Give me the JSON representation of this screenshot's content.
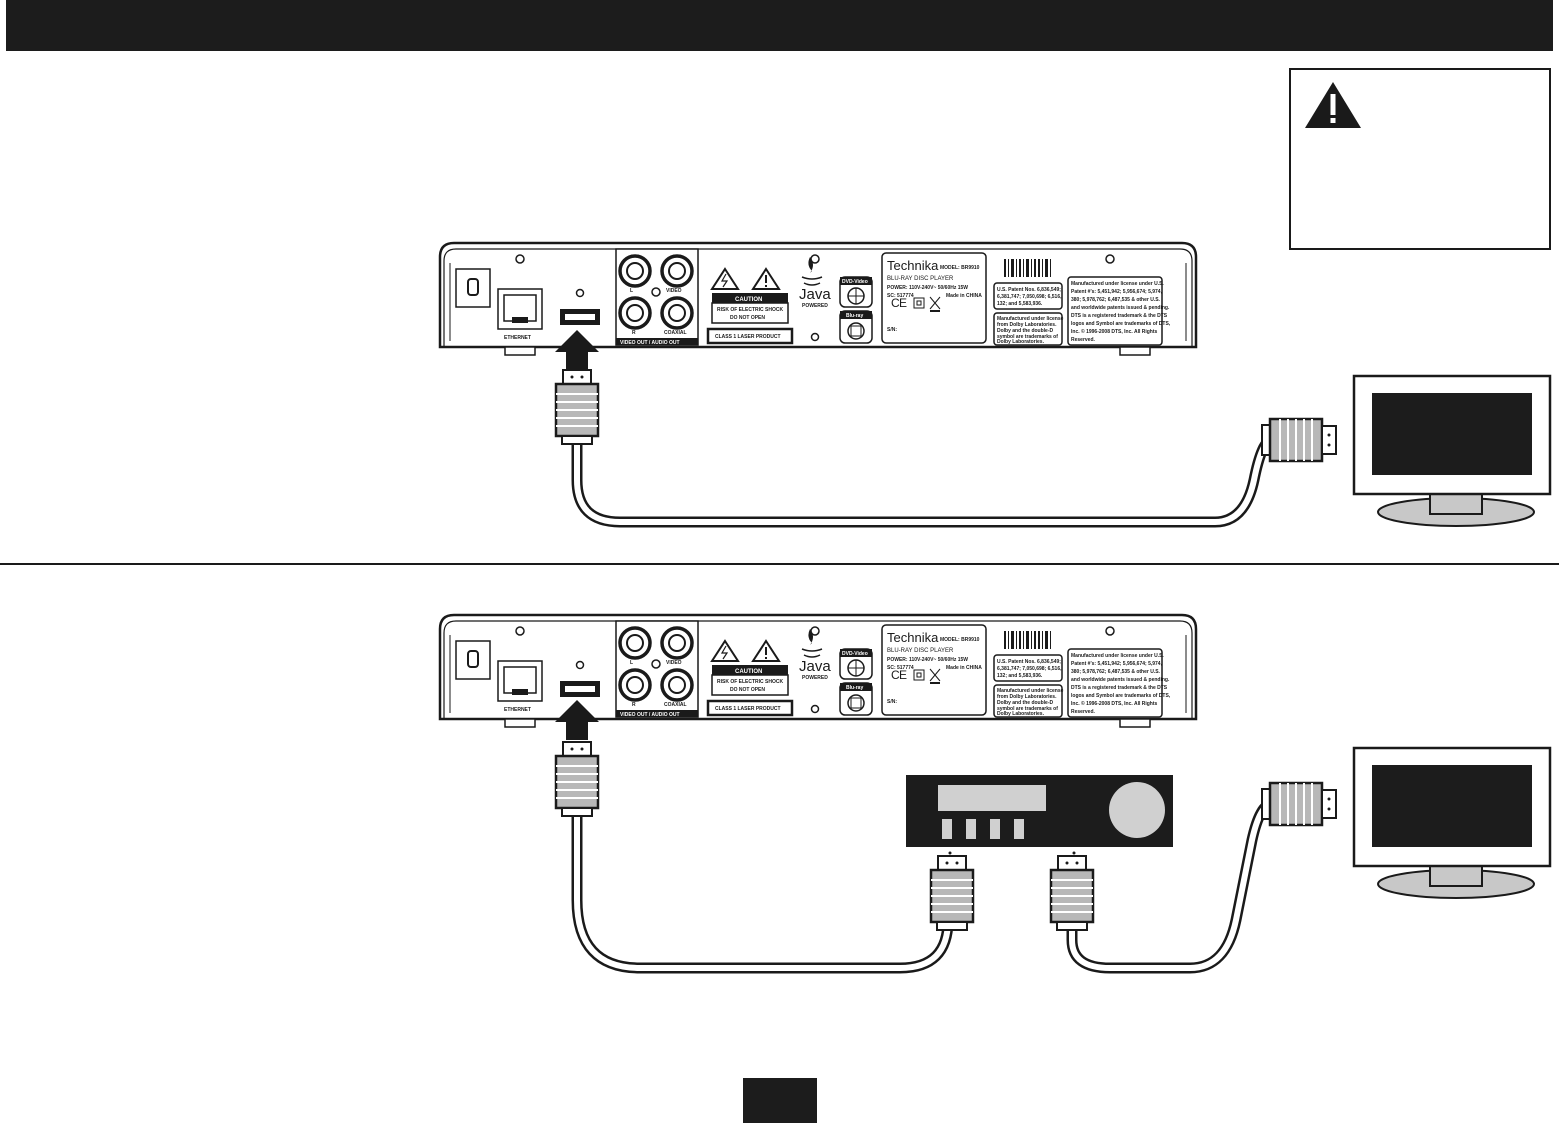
{
  "player": {
    "ethernet": "ETHERNET",
    "video_audio_out": "VIDEO OUT / AUDIO OUT",
    "port_l": "L",
    "port_r": "R",
    "port_video": "VIDEO",
    "port_coaxial": "COAXIAL",
    "caution": "CAUTION",
    "caution_line1": "RISK OF ELECTRIC SHOCK",
    "caution_line2": "DO NOT OPEN",
    "laser": "CLASS 1 LASER PRODUCT",
    "java": "Java",
    "java_powered": "POWERED",
    "dvd_video": "DVD-Video",
    "blu_ray": "Blu-ray",
    "brand": "Technika",
    "model": "MODEL: BR9910",
    "product": "BLU-RAY DISC PLAYER",
    "power": "POWER: 110V-240V~ 50/60Hz 15W",
    "sc": "SC: 517774",
    "made_in": "Made in CHINA",
    "sn": "S/N:",
    "patent_lines": [
      "U.S. Patent Nos. 6,836,549;",
      "6,381,747; 7,050,698; 6,516,",
      "132; and 5,583,936."
    ],
    "dolby_lines": [
      "Manufactured under license",
      "from Dolby Laboratories.",
      "Dolby and the double-D",
      "symbol are trademarks of",
      "Dolby Laboratories."
    ],
    "dts_lines": [
      "Manufactured under license under U.S.",
      "Patent #'s: 5,451,942; 5,956,674; 5,974,",
      "380; 5,978,762; 6,487,535 & other U.S.",
      "and worldwide patents issued & pending.",
      "DTS is a registered trademark & the DTS",
      "logos and Symbol are trademarks of DTS,",
      "Inc. © 1996-2008 DTS, Inc. All Rights",
      "Reserved."
    ]
  },
  "icons": {
    "warning": "warning-triangle-icon",
    "tv": "television-icon",
    "receiver": "av-receiver-icon",
    "hdmi": "hdmi-plug-icon",
    "arrow": "arrow-up-icon"
  },
  "colors": {
    "ink": "#1a1a1a",
    "plug_gray": "#b8b8b8",
    "screen": "#1c1c1c",
    "stand": "#c8c8c8"
  }
}
